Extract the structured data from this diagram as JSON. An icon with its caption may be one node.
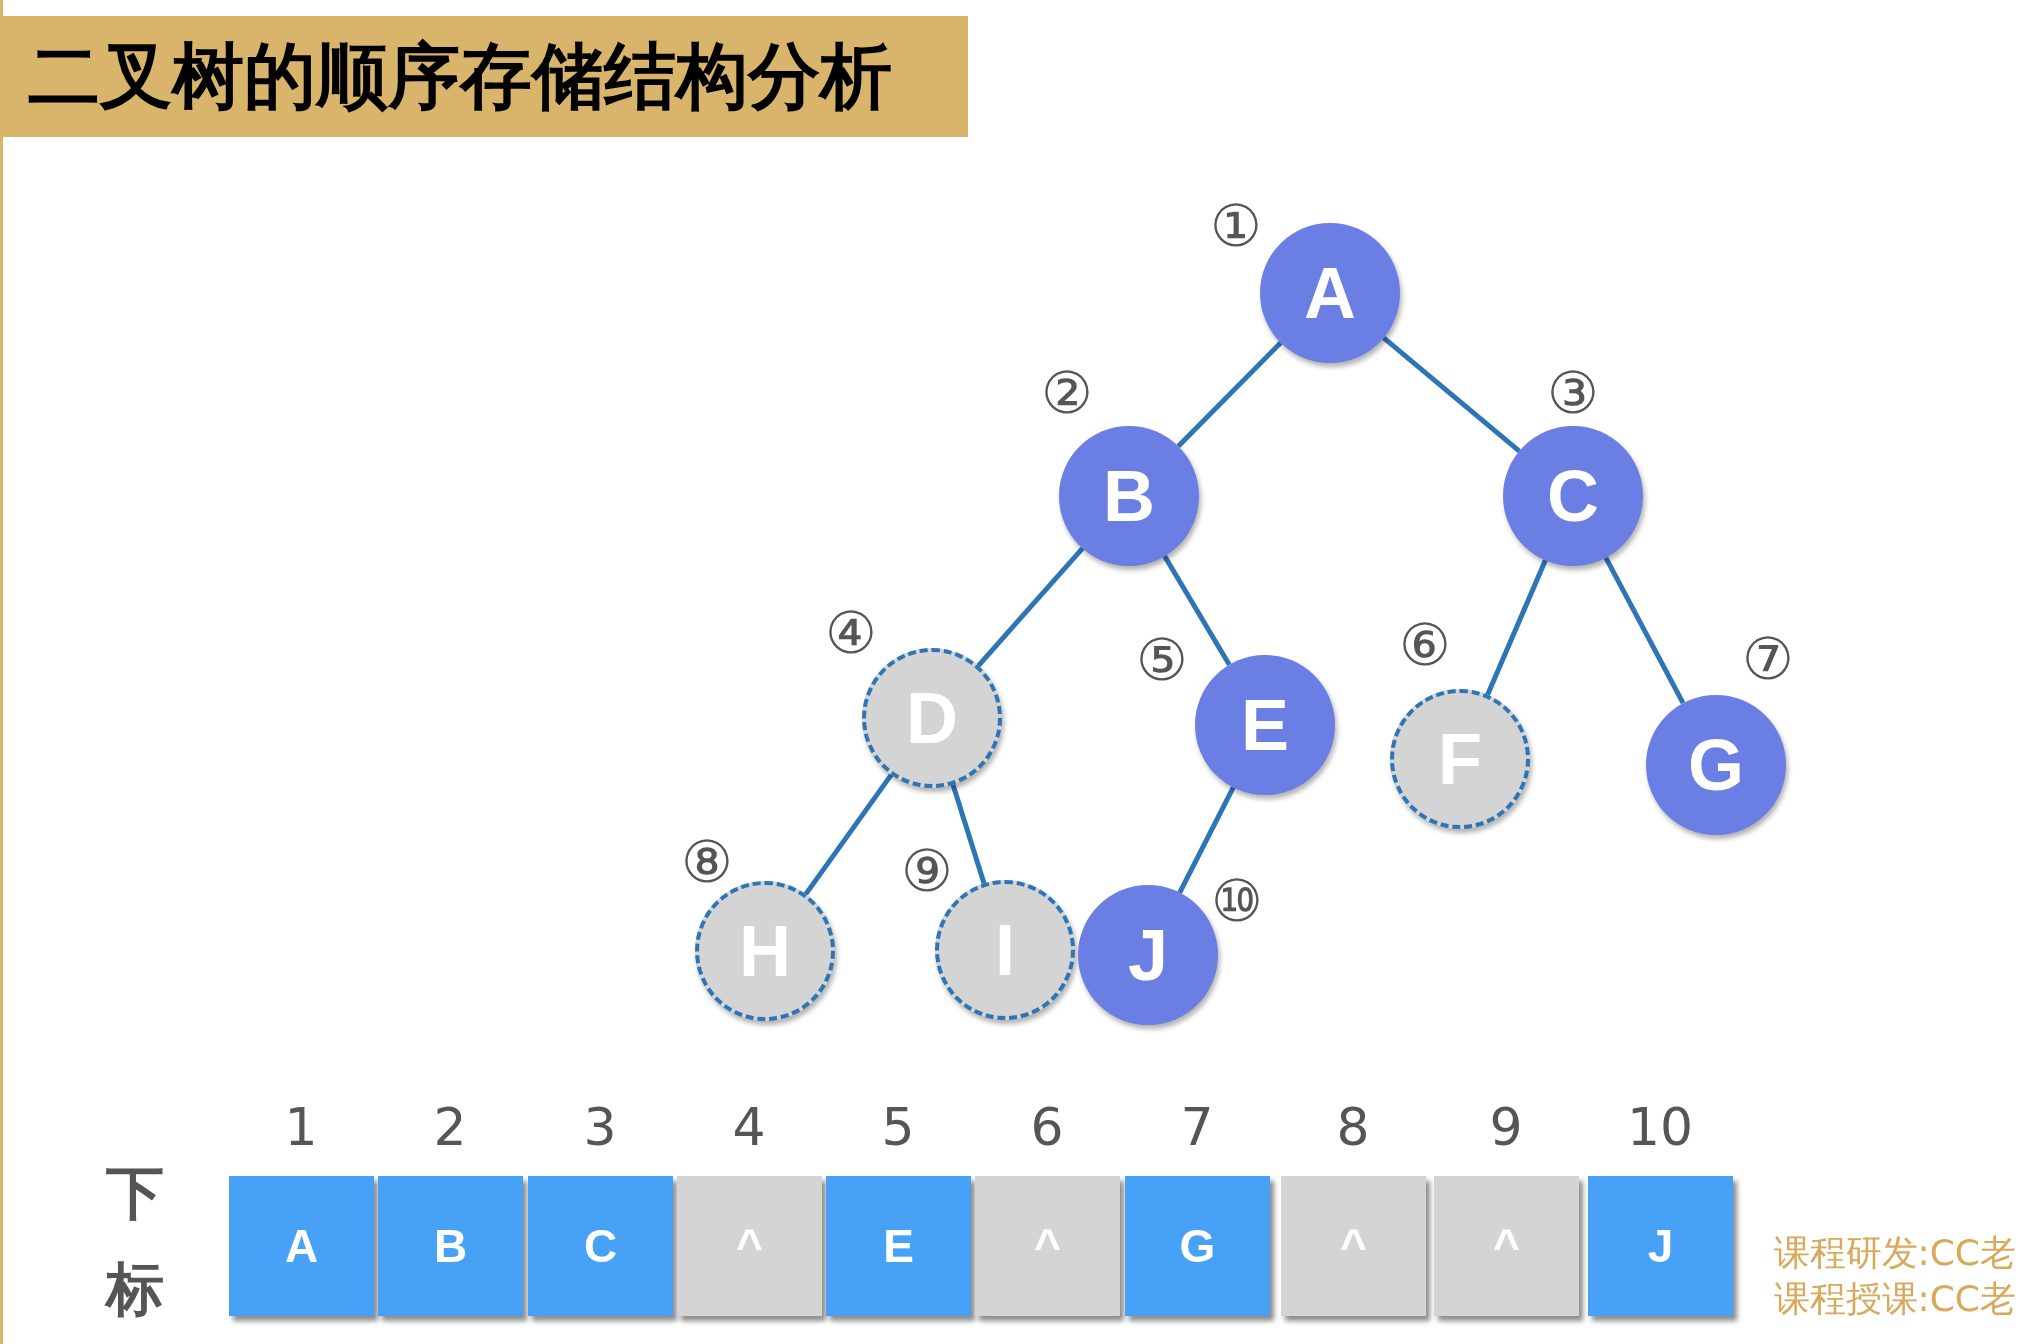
{
  "diagram": {
    "title": "二叉树的顺序存储结构分析",
    "nodes": [
      {
        "text": [
          "A"
        ],
        "beside": [
          "①"
        ]
      },
      {
        "text": [
          "B"
        ],
        "beside": [
          "②"
        ]
      },
      {
        "text": [
          "C"
        ],
        "beside": [
          "③"
        ]
      },
      {
        "text": [
          "D"
        ],
        "beside": [
          "④"
        ]
      },
      {
        "text": [
          "E"
        ],
        "beside": [
          "⑤"
        ]
      },
      {
        "text": [
          "F"
        ],
        "beside": [
          "⑥"
        ]
      },
      {
        "text": [
          "G"
        ],
        "beside": [
          "⑦"
        ]
      },
      {
        "text": [
          "H"
        ],
        "beside": [
          "⑧"
        ]
      },
      {
        "text": [
          "I"
        ],
        "beside": [
          "⑨"
        ]
      },
      {
        "text": [
          "J"
        ],
        "beside": [
          "⑩"
        ]
      },
      {
        "text": [
          "A"
        ],
        "beside": [
          "1"
        ]
      },
      {
        "text": [
          "B"
        ],
        "beside": [
          "2"
        ]
      },
      {
        "text": [
          "C"
        ],
        "beside": [
          "3"
        ]
      },
      {
        "text": [
          "^"
        ],
        "beside": [
          "4"
        ]
      },
      {
        "text": [
          "E"
        ],
        "beside": [
          "5"
        ]
      },
      {
        "text": [
          "^"
        ],
        "beside": [
          "6"
        ]
      },
      {
        "text": [
          "G"
        ],
        "beside": [
          "7"
        ]
      },
      {
        "text": [
          "^"
        ],
        "beside": [
          "8"
        ]
      },
      {
        "text": [
          "^"
        ],
        "beside": [
          "9"
        ]
      },
      {
        "text": [
          "J"
        ],
        "beside": [
          "10"
        ]
      }
    ],
    "edges": [
      {
        "from": 0,
        "to": 1,
        "arrow": "none"
      },
      {
        "from": 0,
        "to": 2,
        "arrow": "none"
      },
      {
        "from": 1,
        "to": 3,
        "arrow": "none"
      },
      {
        "from": 1,
        "to": 4,
        "arrow": "none"
      },
      {
        "from": 2,
        "to": 5,
        "arrow": "none"
      },
      {
        "from": 2,
        "to": 6,
        "arrow": "none"
      },
      {
        "from": 3,
        "to": 7,
        "arrow": "none"
      },
      {
        "from": 3,
        "to": 8,
        "arrow": "none"
      },
      {
        "from": 4,
        "to": 9,
        "arrow": "none"
      }
    ],
    "labels": [
      "下标",
      "课程研发:CC老",
      "课程授课:CC老"
    ]
  }
}
